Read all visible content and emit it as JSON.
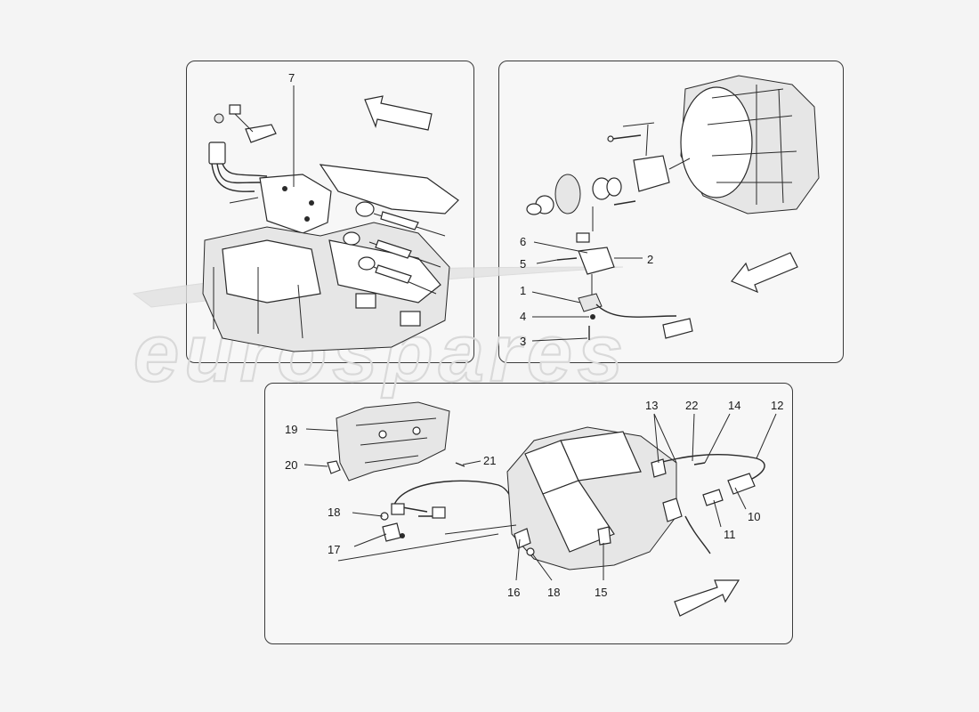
{
  "watermark": "eurospares",
  "panels": {
    "top_left": {
      "callouts": [
        "7"
      ]
    },
    "top_right": {
      "callouts": [
        "6",
        "5",
        "2",
        "1",
        "4",
        "3"
      ]
    },
    "bottom": {
      "callouts": [
        "19",
        "20",
        "21",
        "18",
        "17",
        "16",
        "18",
        "15",
        "13",
        "22",
        "14",
        "12",
        "10",
        "11"
      ]
    }
  },
  "icons": [
    "direction-arrow",
    "direction-arrow",
    "direction-arrow"
  ],
  "colors": {
    "line": "#2a2a2a",
    "background": "#f4f4f4",
    "watermark": "#d9d9d9"
  }
}
